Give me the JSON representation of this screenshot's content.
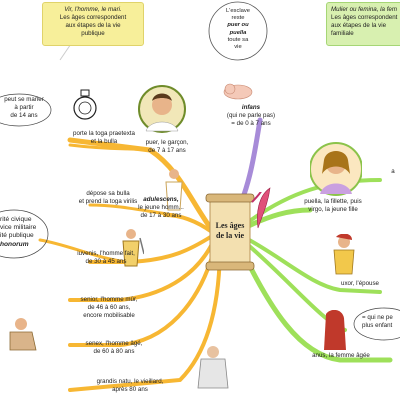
{
  "center_title_line1": "Les âges",
  "center_title_line2": "de la vie",
  "boxes": {
    "male_line1": "Vir, l'homme, le mari.",
    "male_line2": "Les âges correspondent",
    "male_line3": "aux étapes de la vie",
    "male_line4": "publique",
    "female_line1": "Mulier ou femina, la fem",
    "female_line2": "Les âges correspondent",
    "female_line3": "aux étapes de la vie",
    "female_line4": "familiale"
  },
  "slave_note": [
    "L'esclave",
    "reste",
    "puer ou",
    "puella",
    "toute sa",
    "vie"
  ],
  "left_notes": {
    "marry": [
      "peut se marier",
      "à partir",
      "de 14 ans"
    ],
    "toga_praetexta": [
      "porte la toga praetexta",
      "et la bulla"
    ],
    "toga_virilis": [
      "dépose sa bulla",
      "et prend la toga virilis"
    ],
    "civic": [
      "rité civique",
      "vice militaire",
      "ité publique",
      "honorum"
    ]
  },
  "ages": {
    "infans": [
      "infans",
      "(qui ne parle pas)",
      "= de 0 à 7 ans"
    ],
    "puer": [
      "puer, le garçon,",
      "de 7 à 17 ans"
    ],
    "adulescens": [
      "adulescens,",
      "le jeune homm...",
      "de 17 à 30 ans"
    ],
    "iuvenis": [
      "iuvenis, l'homme fait,",
      "de 30 à 45 ans"
    ],
    "senior": [
      "senior, l'homme mûr,",
      "de 46 à 60 ans,",
      "encore mobilisable"
    ],
    "senex": [
      "senex, l'homme âgé,",
      "de 60 à 80 ans"
    ],
    "grandis": [
      "grandis natu, le vieillard,",
      "après 80 ans"
    ],
    "puella": [
      "puella, la fillette, puis",
      "virgo, la jeune fille"
    ],
    "uxor": [
      "uxor, l'épouse"
    ],
    "anus": [
      "anus, la femme âgée"
    ],
    "right_top": [
      "a"
    ],
    "right_note": [
      "= qui ne pe",
      "plus enfant"
    ]
  },
  "colors": {
    "male_box": "#f7ef9a",
    "female_box": "#d8f0b0",
    "branch_orange": "#f7b733",
    "branch_green": "#9ee05a",
    "branch_purple": "#a78bd8",
    "scroll": "#f3e0b0"
  }
}
